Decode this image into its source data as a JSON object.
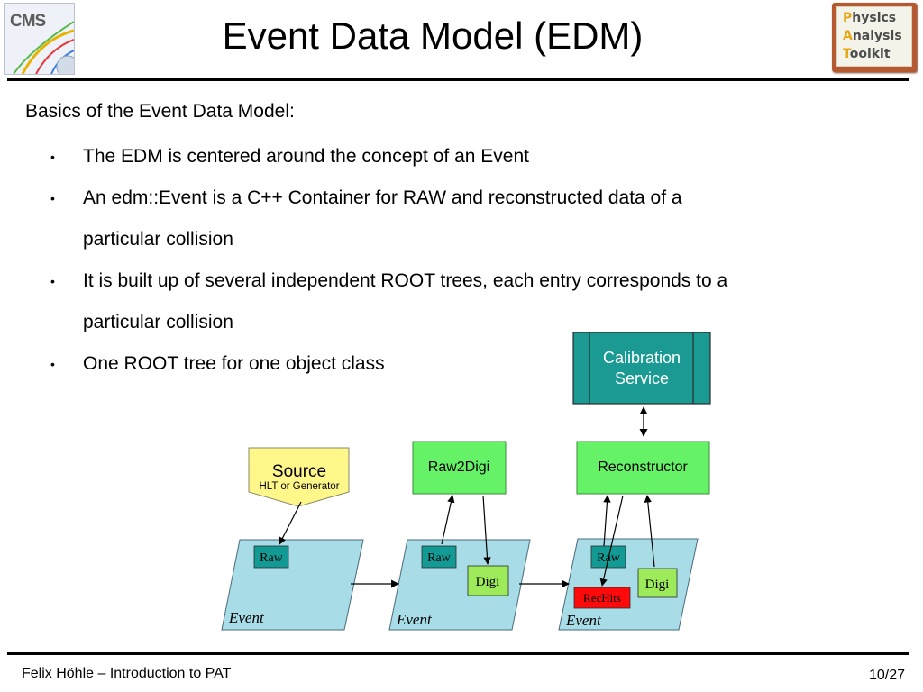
{
  "header": {
    "logo_left_text": "CMS",
    "title": "Event Data Model (EDM)",
    "logo_right_lines": [
      {
        "initial": "P",
        "rest": "hysics"
      },
      {
        "initial": "A",
        "rest": "nalysis"
      },
      {
        "initial": "T",
        "rest": "oolkit"
      }
    ]
  },
  "content": {
    "intro": "Basics of the Event Data Model:",
    "bullets": [
      "The EDM is centered around the concept of an Event",
      "An edm::Event is a C++ Container for RAW and reconstructed data of a",
      "particular collision",
      "It is built up of several independent ROOT trees, each entry corresponds to a",
      "particular collision",
      "One ROOT tree for one object class"
    ],
    "bullet_glyph": "•"
  },
  "diagram": {
    "calibration_line1": "Calibration",
    "calibration_line2": "Service",
    "source_title": "Source",
    "source_subtitle": "HLT or Generator",
    "raw2digi": "Raw2Digi",
    "reconstructor": "Reconstructor",
    "event_label": "Event",
    "raw_label": "Raw",
    "digi_label": "Digi",
    "rechits_label": "RecHits",
    "colors": {
      "calibration": "#1a9a92",
      "module": "#66f266",
      "source": "#fff78a",
      "event": "#a8dde8",
      "raw": "#139a94",
      "digi": "#9dea5a",
      "rechits": "#ff0a0a"
    }
  },
  "footer": {
    "left": "Felix Höhle – Introduction to PAT",
    "right": "10/27"
  }
}
